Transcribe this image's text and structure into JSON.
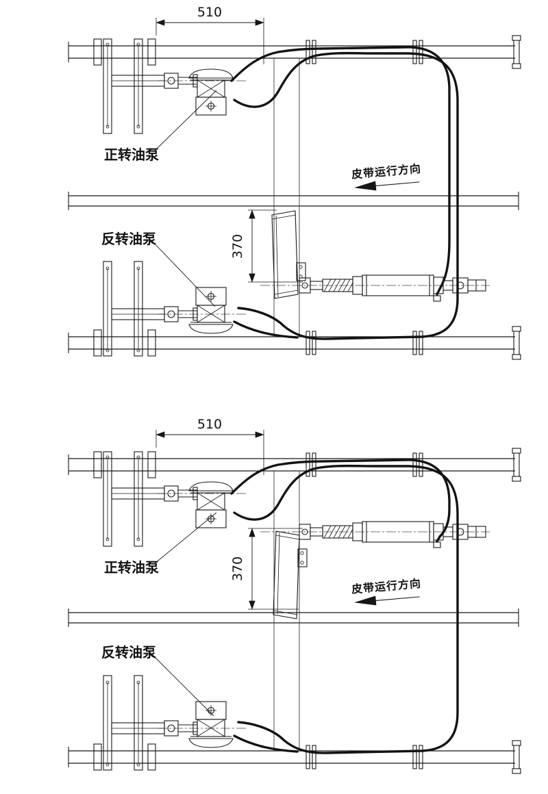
{
  "colors": {
    "ink": "#161616",
    "background": "#ffffff"
  },
  "views": {
    "top": {
      "dim_width": "510",
      "dim_height": "370",
      "forward_pump": "正转油泵",
      "reverse_pump": "反转油泵",
      "belt_direction": "皮带运行方向"
    },
    "bottom": {
      "dim_width": "510",
      "dim_height": "370",
      "forward_pump": "正转油泵",
      "reverse_pump": "反转油泵",
      "belt_direction": "皮带运行方向"
    }
  }
}
